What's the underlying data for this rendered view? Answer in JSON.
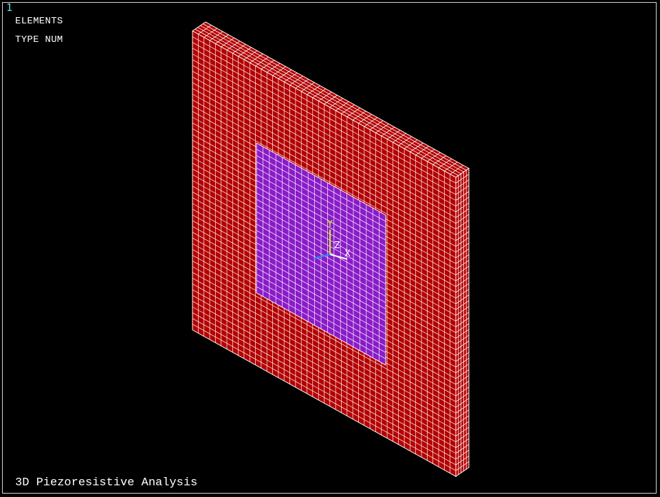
{
  "window_number": "1",
  "legend": {
    "line1": "ELEMENTS",
    "line2": "TYPE NUM"
  },
  "title": "3D Piezoresistive Analysis",
  "triad": {
    "x_label": "X",
    "y_label": "Y",
    "z_label": "Z"
  },
  "colors": {
    "background": "#000000",
    "frame": "#d8d8d8",
    "substrate": "#b40000",
    "piezo_layer": "#8a1cc8",
    "mesh_lines": "#ffffff",
    "x_axis": "#ffffff",
    "y_axis": "#c8ff00",
    "z_axis": "#1e90ff",
    "window_number": "#5fe0e0"
  }
}
